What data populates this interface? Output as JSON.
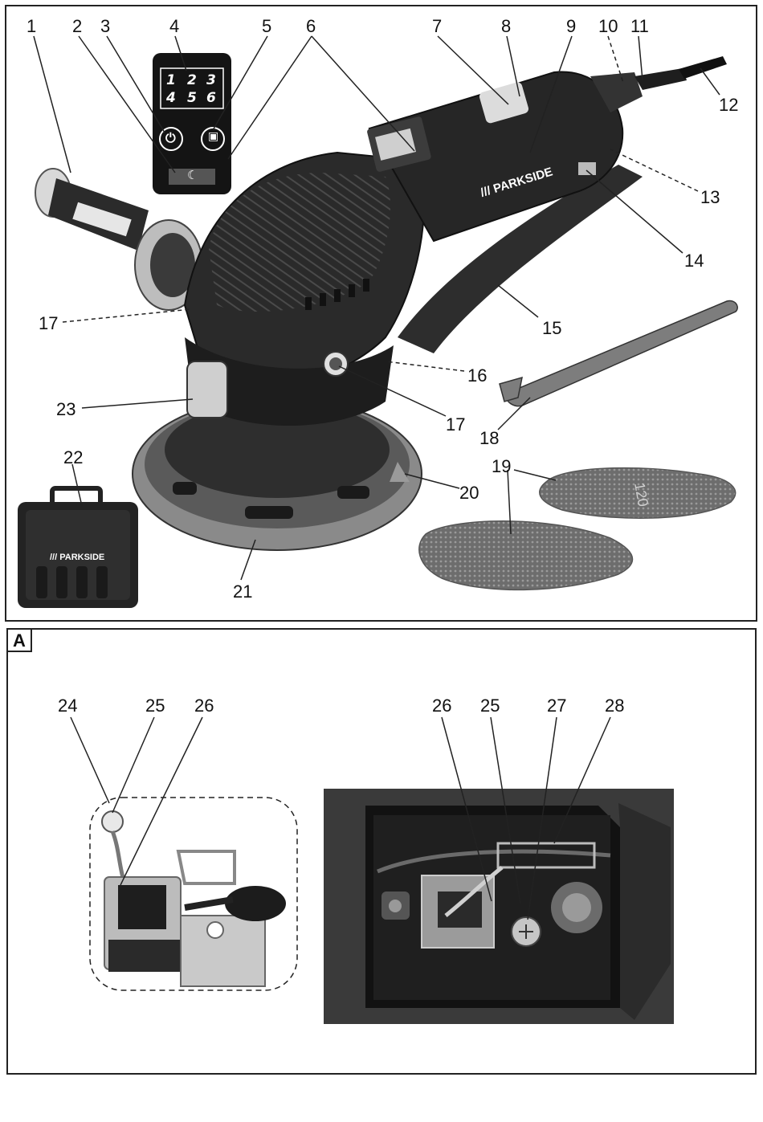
{
  "section": {
    "label": "A"
  },
  "keypad": {
    "digits": [
      "1",
      "2",
      "3",
      "4",
      "5",
      "6"
    ]
  },
  "brand": {
    "tool": "/// PARKSIDE",
    "case": "/// PARKSIDE"
  },
  "disc": {
    "grit": "120"
  },
  "callouts_top": [
    {
      "id": "1",
      "text": "1"
    },
    {
      "id": "2",
      "text": "2"
    },
    {
      "id": "3",
      "text": "3"
    },
    {
      "id": "4",
      "text": "4"
    },
    {
      "id": "5",
      "text": "5"
    },
    {
      "id": "6",
      "text": "6"
    },
    {
      "id": "7",
      "text": "7"
    },
    {
      "id": "8",
      "text": "8"
    },
    {
      "id": "9",
      "text": "9"
    },
    {
      "id": "10",
      "text": "10"
    },
    {
      "id": "11",
      "text": "11"
    },
    {
      "id": "12",
      "text": "12"
    },
    {
      "id": "13",
      "text": "13"
    },
    {
      "id": "14",
      "text": "14"
    },
    {
      "id": "15",
      "text": "15"
    },
    {
      "id": "16",
      "text": "16"
    },
    {
      "id": "17a",
      "text": "17"
    },
    {
      "id": "17b",
      "text": "17"
    },
    {
      "id": "18",
      "text": "18"
    },
    {
      "id": "19",
      "text": "19"
    },
    {
      "id": "20",
      "text": "20"
    },
    {
      "id": "21",
      "text": "21"
    },
    {
      "id": "22",
      "text": "22"
    },
    {
      "id": "23",
      "text": "23"
    }
  ],
  "callouts_bottom": [
    {
      "id": "24",
      "text": "24"
    },
    {
      "id": "25a",
      "text": "25"
    },
    {
      "id": "26a",
      "text": "26"
    },
    {
      "id": "26b",
      "text": "26"
    },
    {
      "id": "25b",
      "text": "25"
    },
    {
      "id": "27",
      "text": "27"
    },
    {
      "id": "28",
      "text": "28"
    }
  ]
}
